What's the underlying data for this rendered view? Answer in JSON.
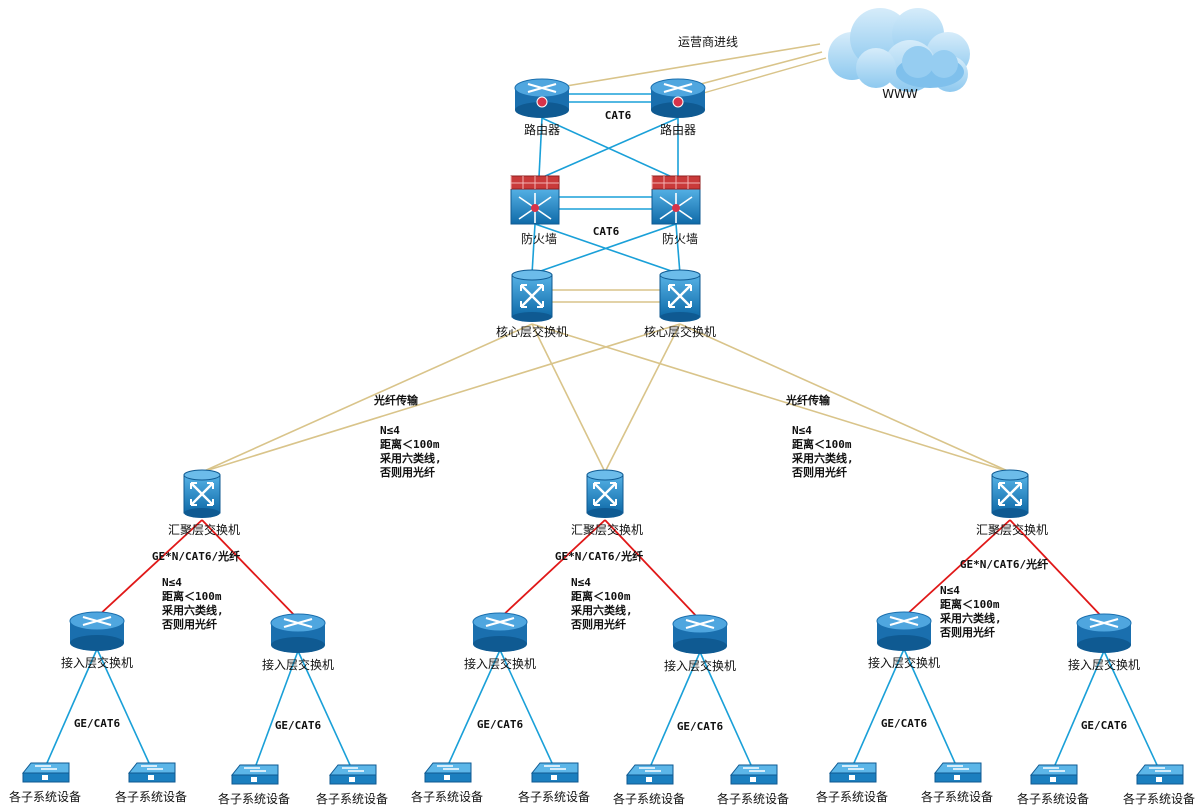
{
  "isp": {
    "label": "运营商进线",
    "cloud_label": "WWW"
  },
  "routers": [
    {
      "label": "路由器"
    },
    {
      "label": "路由器"
    }
  ],
  "router_link_label": "CAT6",
  "firewalls": [
    {
      "label": "防火墙"
    },
    {
      "label": "防火墙"
    }
  ],
  "firewall_link_label": "CAT6",
  "core": [
    {
      "label": "核心层交换机"
    },
    {
      "label": "核心层交换机"
    }
  ],
  "fiber_notes": [
    {
      "title": "光纤传输",
      "lines": [
        "N≤4",
        "距离＜100m",
        "采用六类线,",
        "否则用光纤"
      ]
    },
    {
      "title": "光纤传输",
      "lines": [
        "N≤4",
        "距离＜100m",
        "采用六类线,",
        "否则用光纤"
      ]
    }
  ],
  "aggregation": [
    {
      "label": "汇聚层交换机",
      "uplink_label": "GE*N/CAT6/光纤",
      "notes": [
        "N≤4",
        "距离＜100m",
        "采用六类线,",
        "否则用光纤"
      ]
    },
    {
      "label": "汇聚层交换机",
      "uplink_label": "GE*N/CAT6/光纤",
      "notes": [
        "N≤4",
        "距离＜100m",
        "采用六类线,",
        "否则用光纤"
      ]
    },
    {
      "label": "汇聚层交换机",
      "uplink_label": "GE*N/CAT6/光纤",
      "notes": [
        "N≤4",
        "距离＜100m",
        "采用六类线,",
        "否则用光纤"
      ]
    }
  ],
  "access_label": "接入层交换机",
  "access_link_label": "GE/CAT6",
  "device_label": "各子系统设备",
  "colors": {
    "ethernet": "#1aa0d8",
    "fiber": "#d9c48a",
    "uplink": "#e01818",
    "device_blue": "#1b7fbf",
    "firewall_red": "#d8344a"
  }
}
